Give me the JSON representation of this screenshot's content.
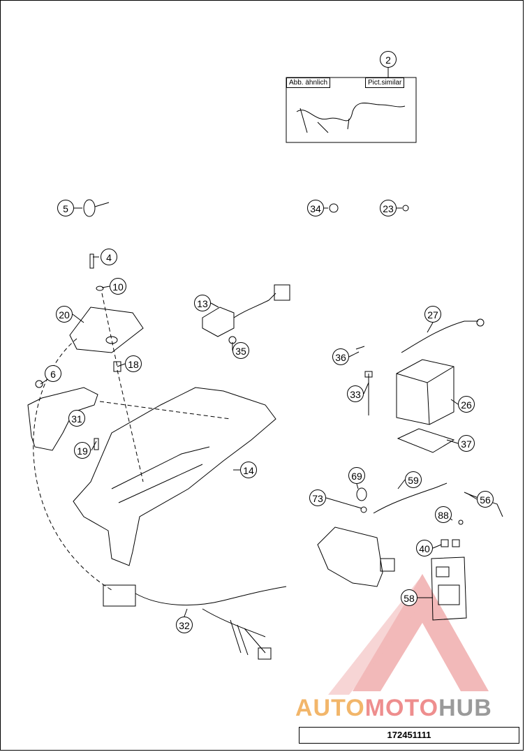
{
  "callouts": [
    "2",
    "5",
    "34",
    "23",
    "4",
    "10",
    "20",
    "13",
    "35",
    "27",
    "18",
    "6",
    "36",
    "33",
    "26",
    "31",
    "19",
    "14",
    "37",
    "69",
    "59",
    "73",
    "56",
    "88",
    "40",
    "58",
    "32"
  ],
  "labels": {
    "similar_de": "Abb. ähnlich",
    "similar_en": "Pict.similar"
  },
  "watermark": {
    "part1": "AUTO",
    "part2": "MOTO",
    "part3": "HUB"
  },
  "part_number": "172451111",
  "colors": {
    "line": "#000000",
    "watermark_red": "#e88080",
    "watermark_orange": "#f2b66a",
    "watermark_gray": "#9a9a9a"
  }
}
